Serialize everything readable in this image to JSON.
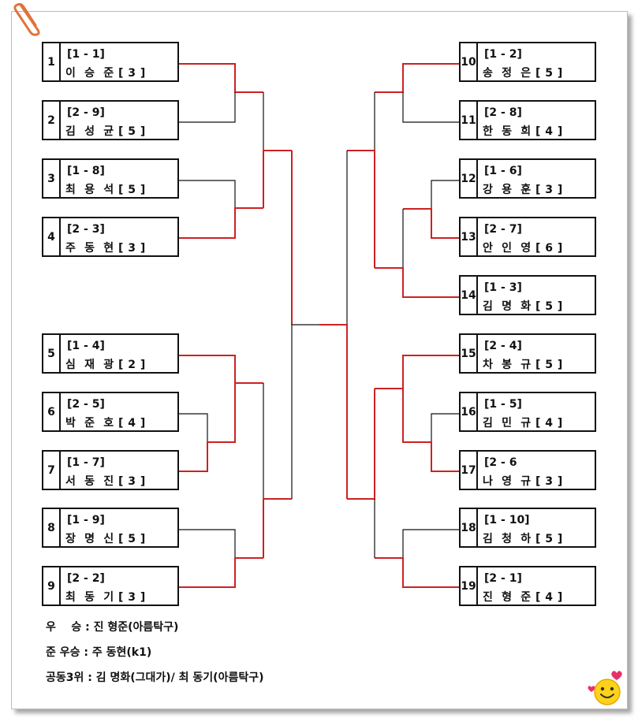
{
  "left": [
    {
      "seed": "1",
      "code": "[1 - 1]",
      "name": "이  승  준 [ 3 ]"
    },
    {
      "seed": "2",
      "code": "[2 - 9]",
      "name": "김  성  균 [ 5 ]"
    },
    {
      "seed": "3",
      "code": "[1 - 8]",
      "name": "최  용  석 [ 5 ]"
    },
    {
      "seed": "4",
      "code": "[2 - 3]",
      "name": "주  동  현 [ 3 ]"
    },
    {
      "seed": "5",
      "code": "[1 - 4]",
      "name": "심  재  광 [ 2 ]"
    },
    {
      "seed": "6",
      "code": "[2 - 5]",
      "name": "박  준  호 [ 4 ]"
    },
    {
      "seed": "7",
      "code": "[1 - 7]",
      "name": "서  동  진 [ 3 ]"
    },
    {
      "seed": "8",
      "code": "[1 - 9]",
      "name": "장  명  신 [ 5 ]"
    },
    {
      "seed": "9",
      "code": "[2 - 2]",
      "name": "최  동  기 [ 3 ]"
    }
  ],
  "right": [
    {
      "seed": "10",
      "code": "[1 - 2]",
      "name": "송  정  은 [ 5 ]"
    },
    {
      "seed": "11",
      "code": "[2 - 8]",
      "name": "한  동  희 [ 4 ]"
    },
    {
      "seed": "12",
      "code": "[1 - 6]",
      "name": "강  용  훈 [ 3 ]"
    },
    {
      "seed": "13",
      "code": "[2 - 7]",
      "name": "안  인  영 [ 6 ]"
    },
    {
      "seed": "14",
      "code": "[1 - 3]",
      "name": "김  명  화 [ 5 ]"
    },
    {
      "seed": "15",
      "code": "[2 - 4]",
      "name": "차  봉  규 [ 5 ]"
    },
    {
      "seed": "16",
      "code": "[1 - 5]",
      "name": "김  민  규 [ 4 ]"
    },
    {
      "seed": "17",
      "code": "[2 - 6",
      "name": "나  영  규 [ 3 ]"
    },
    {
      "seed": "18",
      "code": "[1 - 10]",
      "name": "김  청  하 [ 5 ]"
    },
    {
      "seed": "19",
      "code": "[2 - 1]",
      "name": "진  형  준 [ 4 ]"
    }
  ],
  "results": {
    "winner": "우    승 : 진 형준(아름탁구)",
    "runner_up": "준 우승 : 주 동현(k1)",
    "third": "공동3위 : 김 명화(그대가)/ 최 동기(아름탁구)"
  },
  "colors": {
    "advance_line": "#cc2222",
    "base_line": "#111111"
  },
  "icons": {
    "clip": "paperclip-icon",
    "decoration": "smiley-hearts-icon"
  }
}
